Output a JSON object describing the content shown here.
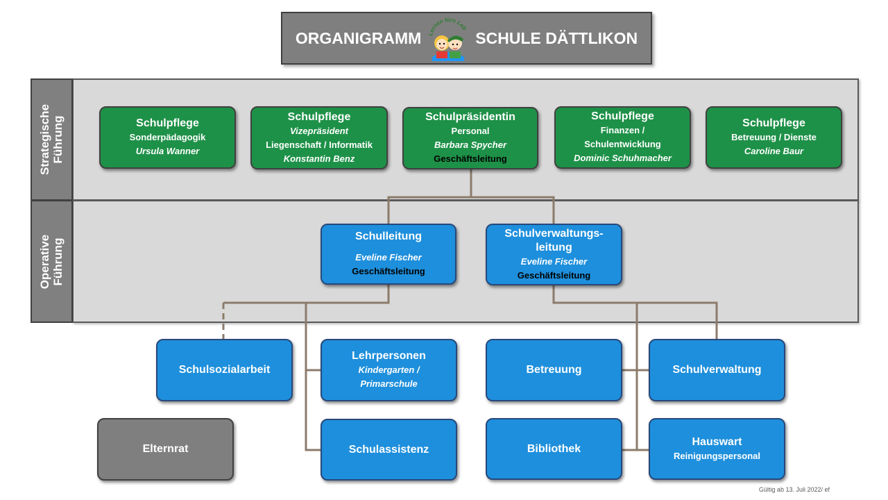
{
  "header": {
    "title_left": "ORGANIGRAMM",
    "title_right": "SCHULE DÄTTLIKON",
    "logo_text": "Lernen fürs Leben"
  },
  "bands": {
    "strategic": "Strategische\nFührung",
    "operative": "Operative\nFührung"
  },
  "strategic_boxes": [
    {
      "title": "Schulpflege",
      "line1": "Sonderpädagogik",
      "line2": "Ursula Wanner"
    },
    {
      "title": "Schulpflege",
      "line1": "Vizepräsident",
      "line2": "Liegenschaft / Informatik",
      "line3": "Konstantin Benz"
    },
    {
      "title": "Schulpräsidentin",
      "line1": "Personal",
      "line2": "Barbara Spycher",
      "line3": "Geschäftsleitung"
    },
    {
      "title": "Schulpflege",
      "line1": "Finanzen /",
      "line2": "Schulentwicklung",
      "line3": "Dominic Schuhmacher"
    },
    {
      "title": "Schulpflege",
      "line1": "Betreuung / Dienste",
      "line2": "Caroline Baur"
    }
  ],
  "operative_boxes": [
    {
      "title": "Schulleitung",
      "name": "Eveline Fischer",
      "role": "Geschäftsleitung"
    },
    {
      "title": "Schulverwaltungs-\nleitung",
      "name": "Eveline Fischer",
      "role": "Geschäftsleitung"
    }
  ],
  "units": {
    "schulsozialarbeit": "Schulsozialarbeit",
    "lehrpersonen": {
      "title": "Lehrpersonen",
      "line1": "Kindergarten /",
      "line2": "Primarschule"
    },
    "betreuung": "Betreuung",
    "schulverwaltung": "Schulverwaltung",
    "elternrat": "Elternrat",
    "schulassistenz": "Schulassistenz",
    "bibliothek": "Bibliothek",
    "hauswart": {
      "title": "Hauswart",
      "line1": "Reinigungspersonal"
    }
  },
  "footer": "Gültig ab 13. Juli 2022/ ef",
  "colors": {
    "strategic_box": "#1e9148",
    "operative_box": "#1e8fdc",
    "neutral_box": "#7f7f7f",
    "connector": "#8c7b6b",
    "band": "#d9d9d9"
  }
}
